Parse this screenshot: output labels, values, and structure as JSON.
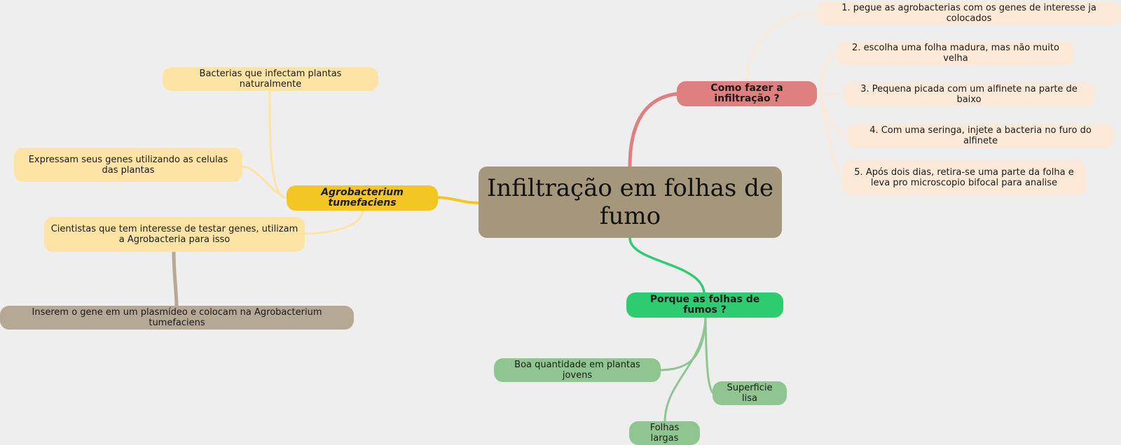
{
  "central": {
    "title": "Infiltração em folhas de fumo"
  },
  "branches": {
    "how": {
      "label": "Como fazer a infiltração ?",
      "color": "#df7f7f",
      "steps": [
        "1. pegue as agrobacterias com os genes de interesse ja colocados",
        "2. escolha uma folha madura, mas não muito velha",
        "3. Pequena picada com um alfinete na parte de baixo",
        "4. Com uma seringa, injete a bacteria no furo do alfinete",
        "5. Após dois dias, retira-se uma parte da folha e leva pro microscopio bifocal para analise"
      ]
    },
    "why": {
      "label": "Porque as folhas de fumos ?",
      "color": "#2ecc71",
      "reasons": [
        "Boa quantidade em plantas jovens",
        "Superficie lisa",
        "Folhas largas"
      ]
    },
    "agro": {
      "label": "Agrobacterium tumefaciens",
      "color": "#f3c623",
      "facts": [
        "Bacterias que infectam plantas naturalmente",
        "Expressam seus genes utilizando as celulas das plantas",
        "Cientistas que tem interesse de testar genes, utilizam a Agrobacteria para isso"
      ],
      "detail": "Inserem o gene em um plasmídeo e colocam na Agrobacterium tumefaciens"
    }
  }
}
